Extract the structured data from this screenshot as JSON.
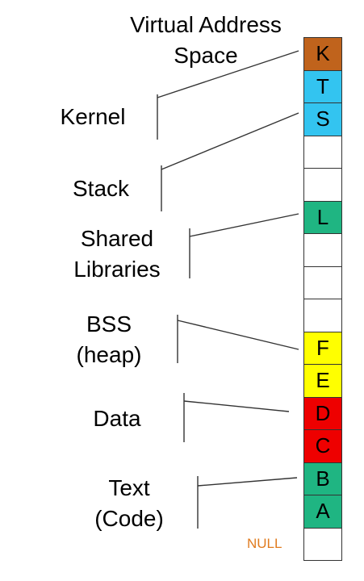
{
  "title_line1": "Virtual Address",
  "title_line2": "Space",
  "labels": {
    "kernel": "Kernel",
    "stack": "Stack",
    "shared_line1": "Shared",
    "shared_line2": "Libraries",
    "bss_line1": "BSS",
    "bss_line2": "(heap)",
    "data": "Data",
    "text_line1": "Text",
    "text_line2": "(Code)"
  },
  "null_label": "NULL",
  "cells": [
    {
      "letter": "K",
      "color": "#c0631c"
    },
    {
      "letter": "T",
      "color": "#33c4f0"
    },
    {
      "letter": "S",
      "color": "#33c4f0"
    },
    {
      "letter": "",
      "color": "#ffffff"
    },
    {
      "letter": "",
      "color": "#ffffff"
    },
    {
      "letter": "L",
      "color": "#1fb582"
    },
    {
      "letter": "",
      "color": "#ffffff"
    },
    {
      "letter": "",
      "color": "#ffffff"
    },
    {
      "letter": "",
      "color": "#ffffff"
    },
    {
      "letter": "F",
      "color": "#ffff00"
    },
    {
      "letter": "E",
      "color": "#ffff00"
    },
    {
      "letter": "D",
      "color": "#ee0000"
    },
    {
      "letter": "C",
      "color": "#ee0000"
    },
    {
      "letter": "B",
      "color": "#1fb582"
    },
    {
      "letter": "A",
      "color": "#1fb582"
    },
    {
      "letter": "",
      "color": "#ffffff"
    }
  ]
}
